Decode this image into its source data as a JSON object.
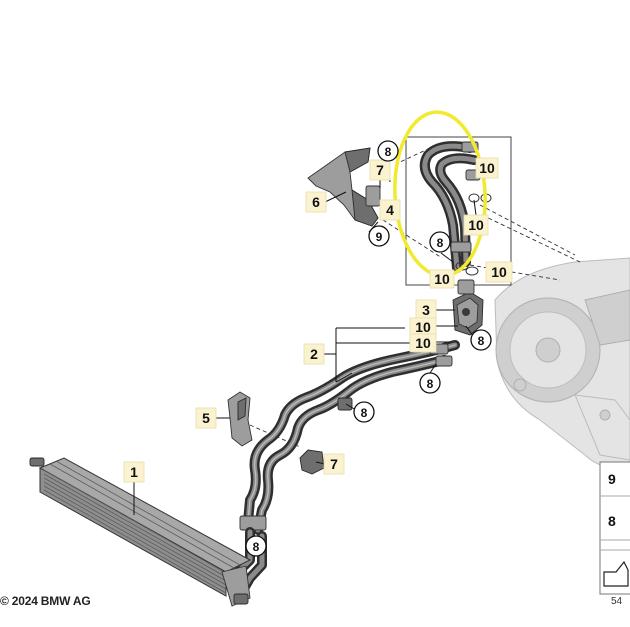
{
  "diagram": {
    "copyright": "© 2024 BMW AG",
    "image_number_fragment": "54",
    "callouts": {
      "item_1": "1",
      "item_2": "2",
      "item_3": "3",
      "item_4": "4",
      "item_5": "5",
      "item_6": "6",
      "item_7_upper": "7",
      "item_7_lower": "7",
      "item_9_left": "9",
      "item_10_top": "10",
      "item_10_mid": "10",
      "item_10_flange": "10",
      "item_10_partial": "10",
      "item_10_line_a": "10",
      "item_10_line_b": "10",
      "item_8_top": "8",
      "item_8_inner": "8",
      "item_8_flange": "8",
      "item_8_line": "8",
      "item_8_hose": "8",
      "item_8_bracket": "8"
    },
    "legend": {
      "row_9": "9",
      "row_8": "8"
    },
    "highlight_color": "#f2ea2e"
  }
}
